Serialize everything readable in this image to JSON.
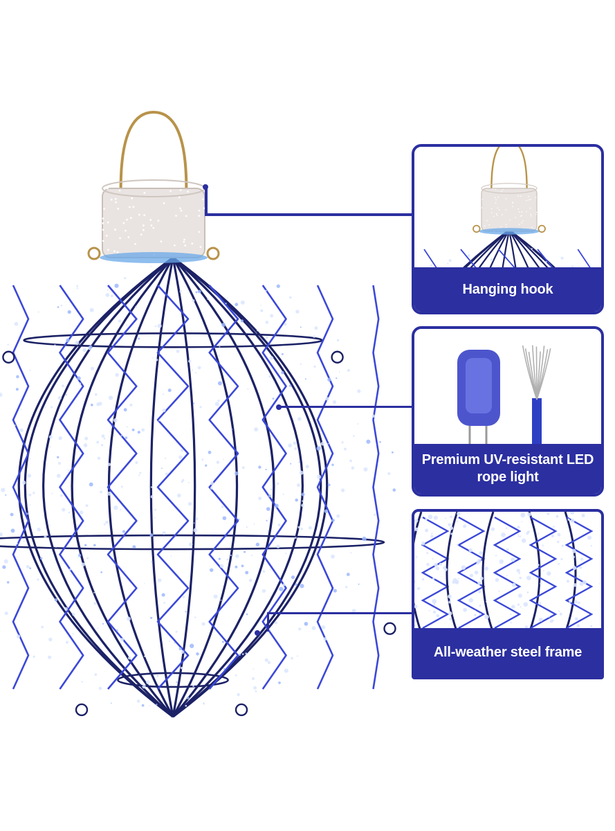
{
  "product": {
    "callouts": [
      {
        "label": "Hanging hook"
      },
      {
        "label": "Premium UV-resistant LED rope light"
      },
      {
        "label": "All-weather steel frame"
      }
    ]
  },
  "colors": {
    "accent": "#2b2fa0",
    "frame": "#1c2266",
    "rope_blue": "#3b48d8",
    "led_white": "#dbe6ff",
    "hook_gold": "#b8934a"
  },
  "icons": [
    "hook-icon",
    "led-bulb-icon",
    "wire-icon"
  ]
}
